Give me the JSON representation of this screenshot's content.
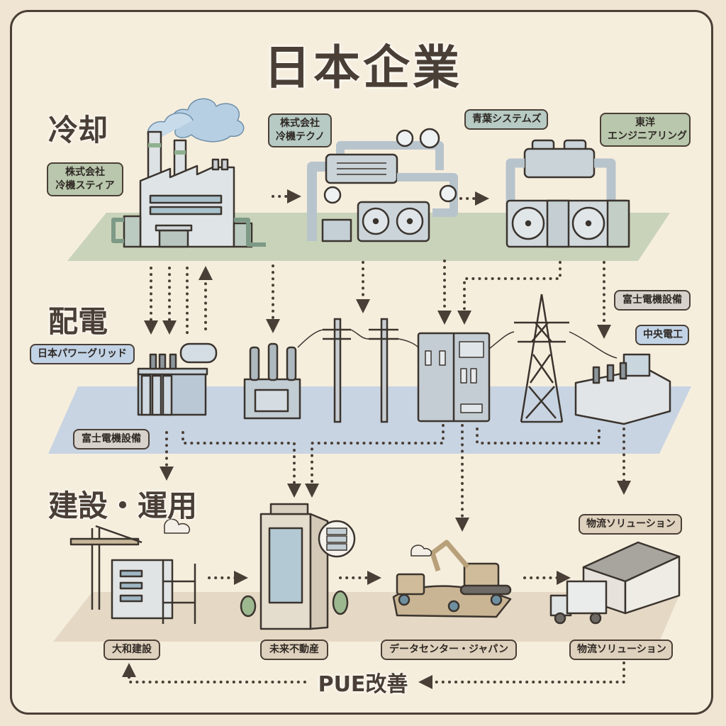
{
  "title": "日本企業",
  "sections": {
    "cooling": {
      "heading": "冷却",
      "companies": [
        {
          "name_line1": "株式会社",
          "name_line2": "冷機スティア"
        },
        {
          "name_line1": "株式会社",
          "name_line2": "冷機テクノ"
        },
        {
          "name_line1": "青葉システムズ",
          "name_line2": ""
        },
        {
          "name_line1": "東洋",
          "name_line2": "エンジニアリング"
        }
      ],
      "assets": [
        "factory",
        "chiller-with-gauges",
        "air-cooled-chiller"
      ]
    },
    "power_distribution": {
      "heading": "配電",
      "companies": [
        {
          "name": "日本パワーグリッド"
        },
        {
          "name": "富士電機設備"
        },
        {
          "name": "富士電機設備"
        },
        {
          "name": "中央電工"
        }
      ],
      "assets": [
        "oil-transformer",
        "switchgear-transformer",
        "utility-poles",
        "control-panel",
        "transmission-tower",
        "substation"
      ]
    },
    "construction_operation": {
      "heading": "建設・運用",
      "companies": [
        {
          "name": "大和建設"
        },
        {
          "name": "未来不動産"
        },
        {
          "name": "データセンター・ジャパン"
        },
        {
          "name": "物流ソリューション"
        },
        {
          "name": "物流ソリューション"
        }
      ],
      "assets": [
        "construction-crane-site",
        "office-tower-datacenter",
        "excavation-site",
        "logistics-warehouse"
      ]
    }
  },
  "feedback_loop": {
    "label": "PUE改善"
  },
  "colors": {
    "ink": "#4a3f36",
    "cooling_band": "#b9c7ad",
    "power_band": "#c2d3e6",
    "construction_band": "#ded1bd",
    "background": "#f6eedd"
  }
}
